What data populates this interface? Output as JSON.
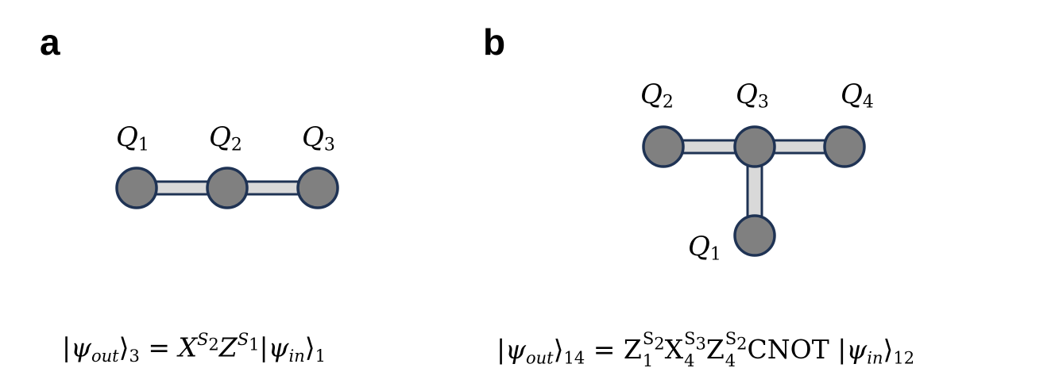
{
  "panel_a": {
    "label": "a",
    "qubits": [
      {
        "name": "Q",
        "index": "1"
      },
      {
        "name": "Q",
        "index": "2"
      },
      {
        "name": "Q",
        "index": "3"
      }
    ],
    "equation": {
      "ket_open": "|",
      "psi": "ψ",
      "out_sub": "out",
      "ket_close": "⟩",
      "ket_sub": "3",
      "equals": " = ",
      "op1": "X",
      "op1_exp_base": "S",
      "op1_exp_sub": "2",
      "op2": "Z",
      "op2_exp_base": "S",
      "op2_exp_sub": "1",
      "in_sub": "in",
      "in_ket_sub": "1"
    }
  },
  "panel_b": {
    "label": "b",
    "qubits": [
      {
        "name": "Q",
        "index": "1"
      },
      {
        "name": "Q",
        "index": "2"
      },
      {
        "name": "Q",
        "index": "3"
      },
      {
        "name": "Q",
        "index": "4"
      }
    ],
    "equation": {
      "ket_open": "|",
      "psi": "ψ",
      "out_sub": "out",
      "ket_close": "⟩",
      "ket_sub": "14",
      "equals": " = ",
      "op1": "Z",
      "op1_sub": "1",
      "op1_sup": "S",
      "op1_sup_sub": "2",
      "op2": "X",
      "op2_sub": "4",
      "op2_sup": "S",
      "op2_sup_sub": "3",
      "op3": "Z",
      "op3_sub": "4",
      "op3_sup": "S",
      "op3_sup_sub": "2",
      "gate": "CNOT",
      "in_sub": "in",
      "in_ket_sub": "12"
    }
  },
  "colors": {
    "node_fill": "#808080",
    "node_stroke": "#1f3354",
    "bond_fill": "#d9d9d9"
  }
}
